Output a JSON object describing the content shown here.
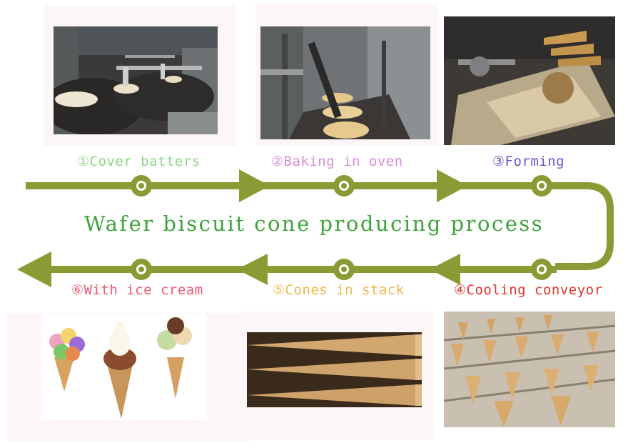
{
  "title": "Wafer biscuit cone producing process",
  "colors": {
    "arrow": "#8a9a34",
    "title": "#3fa33a",
    "step1": "#8ed686",
    "step2": "#d98bd9",
    "step3": "#6a55d0",
    "step4": "#e0342a",
    "step5": "#f0b84a",
    "step6": "#e85a70"
  },
  "steps": [
    {
      "label": "①Cover batters"
    },
    {
      "label": "②Baking in oven"
    },
    {
      "label": "③Forming"
    },
    {
      "label": "④Cooling conveyor"
    },
    {
      "label": "⑤Cones in stack"
    },
    {
      "label": "⑥With ice cream"
    }
  ]
}
